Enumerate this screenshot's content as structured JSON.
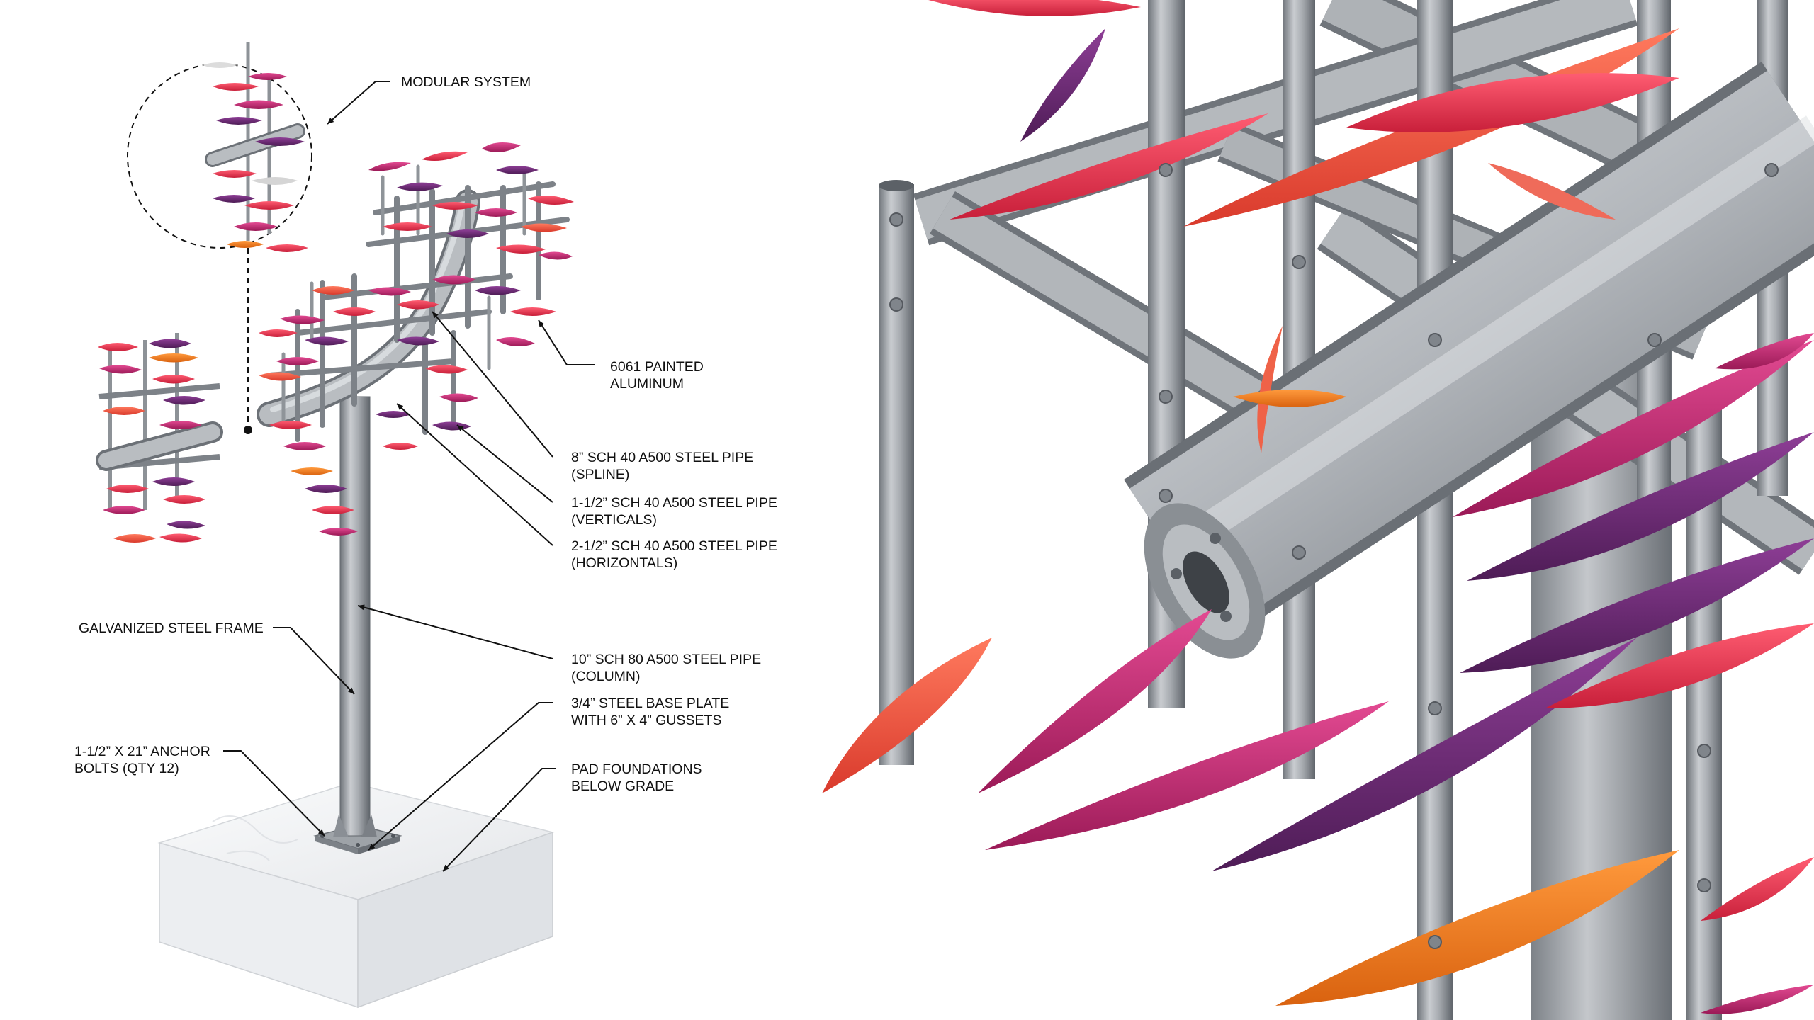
{
  "colors": {
    "background": "#ffffff",
    "galvanized_steel": "#a9adb2",
    "steel_dark": "#6f747a",
    "steel_light": "#d7dadd",
    "foundation": "#f1f2f4",
    "fin_red": "#e8334a",
    "fin_coral": "#f2533e",
    "fin_magenta": "#c3266e",
    "fin_purple": "#6c2a73",
    "fin_orange": "#f07a22",
    "leader_line": "#111111"
  },
  "labels": {
    "modular_system": [
      "MODULAR SYSTEM"
    ],
    "painted_aluminum": [
      "6061 PAINTED",
      "ALUMINUM"
    ],
    "spline_pipe": [
      "8” SCH 40 A500 STEEL PIPE",
      "(SPLINE)"
    ],
    "verticals_pipe": [
      "1-1/2” SCH 40 A500 STEEL PIPE",
      "(VERTICALS)"
    ],
    "horizontals_pipe": [
      "2-1/2” SCH 40 A500 STEEL PIPE",
      "(HORIZONTALS)"
    ],
    "steel_frame": [
      "GALVANIZED STEEL FRAME"
    ],
    "column_pipe": [
      "10” SCH 80 A500 STEEL PIPE",
      "(COLUMN)"
    ],
    "base_plate": [
      "3/4” STEEL BASE PLATE",
      "WITH 6” X 4” GUSSETS"
    ],
    "anchor_bolts": [
      "1-1/2” X 21” ANCHOR",
      "BOLTS (QTY 12)"
    ],
    "pad_foundations": [
      "PAD FOUNDATIONS",
      "BELOW GRADE"
    ]
  },
  "icons": {
    "callout_marker": "filled-circle-dot",
    "detail_circle": "dashed-circle"
  }
}
